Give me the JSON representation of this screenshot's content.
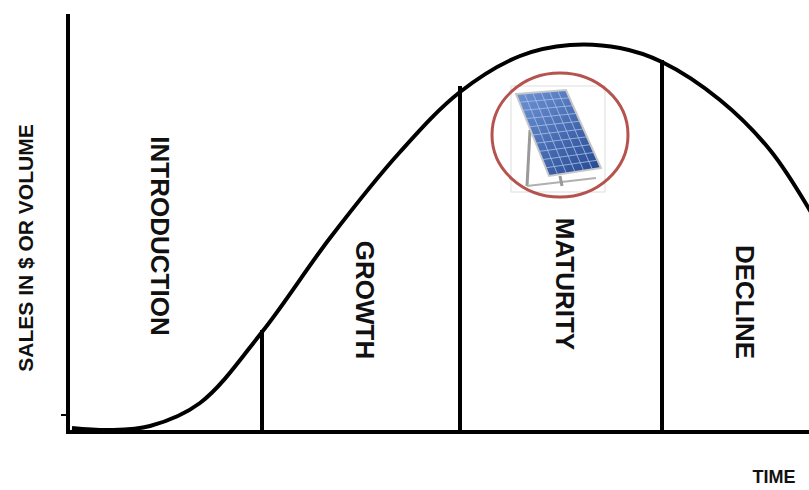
{
  "diagram": {
    "labels": [
      "SALES IN $ OR VOLUME",
      "INTRODUCTION",
      "GROWTH",
      "MATURITY",
      "DECLINE",
      "TIME"
    ]
  }
}
